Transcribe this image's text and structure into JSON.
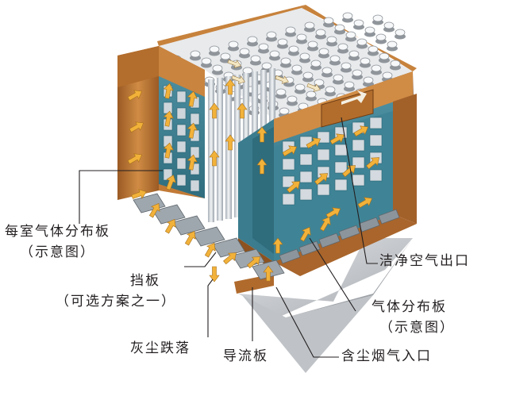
{
  "labels": {
    "chamber_gas_distribution": "每室气体分布板",
    "chamber_gas_distribution_note": "（示意图）",
    "baffle": "挡板",
    "baffle_note": "（可选方案之一）",
    "ash_fall": "灰尘跌落",
    "guide_plate": "导流板",
    "clean_air_outlet": "洁净空气出口",
    "gas_distribution_plate": "气体分布板",
    "gas_distribution_plate_note": "（示意图）",
    "dusty_gas_inlet": "含尘烟气入口"
  },
  "colors": {
    "casing": "#c8813a",
    "casing_dark": "#8f5220",
    "panel": "#3f8193",
    "panel_dark": "#2b6373",
    "arrow": "#f2b23a",
    "bag": "#d8dde2",
    "hopper": "#c9ccd0"
  }
}
